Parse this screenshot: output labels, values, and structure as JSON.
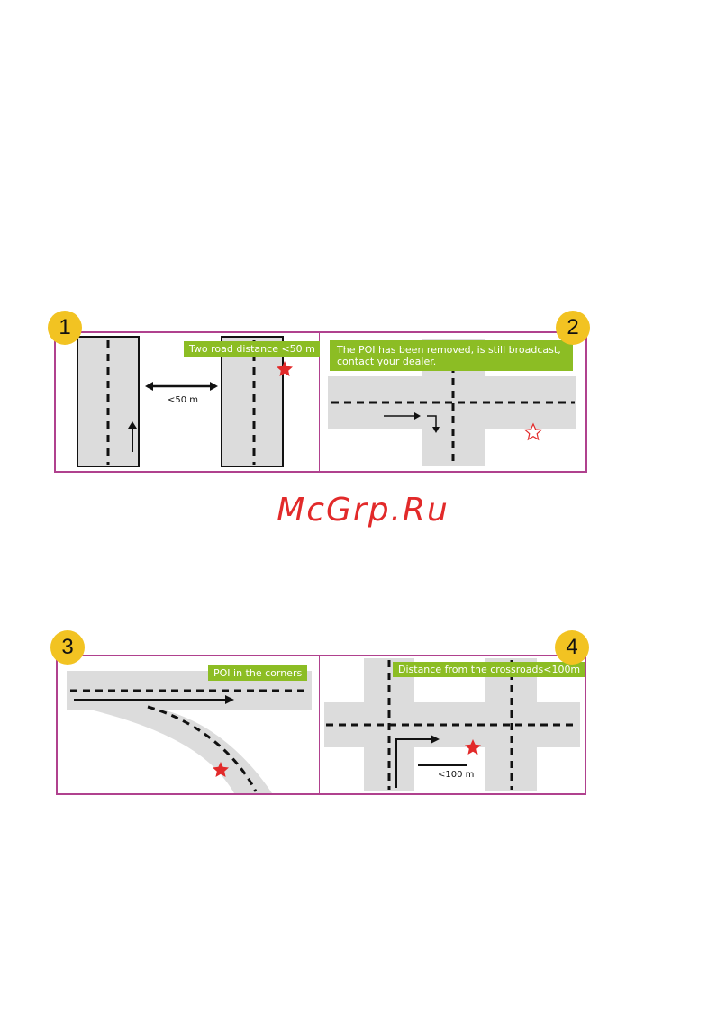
{
  "panels": [
    {
      "number": "1",
      "caption": "Two road distance <50 m",
      "distance_label": "<50 m"
    },
    {
      "number": "2",
      "caption": "The POI has been removed, is still broadcast, contact your dealer."
    },
    {
      "number": "3",
      "caption": "POI in the corners"
    },
    {
      "number": "4",
      "caption": "Distance from the crossroads<100m",
      "distance_label": "<100 m"
    }
  ],
  "watermark": "McGrp.Ru",
  "colors": {
    "frame": "#b0418e",
    "badge": "#f2c322",
    "label_bg": "#8cbd24",
    "road": "#dcdcdc",
    "star": "#e22a2a"
  },
  "icons": {
    "poi_marker": "filled-star-icon",
    "removed_poi_marker": "outline-star-icon"
  }
}
